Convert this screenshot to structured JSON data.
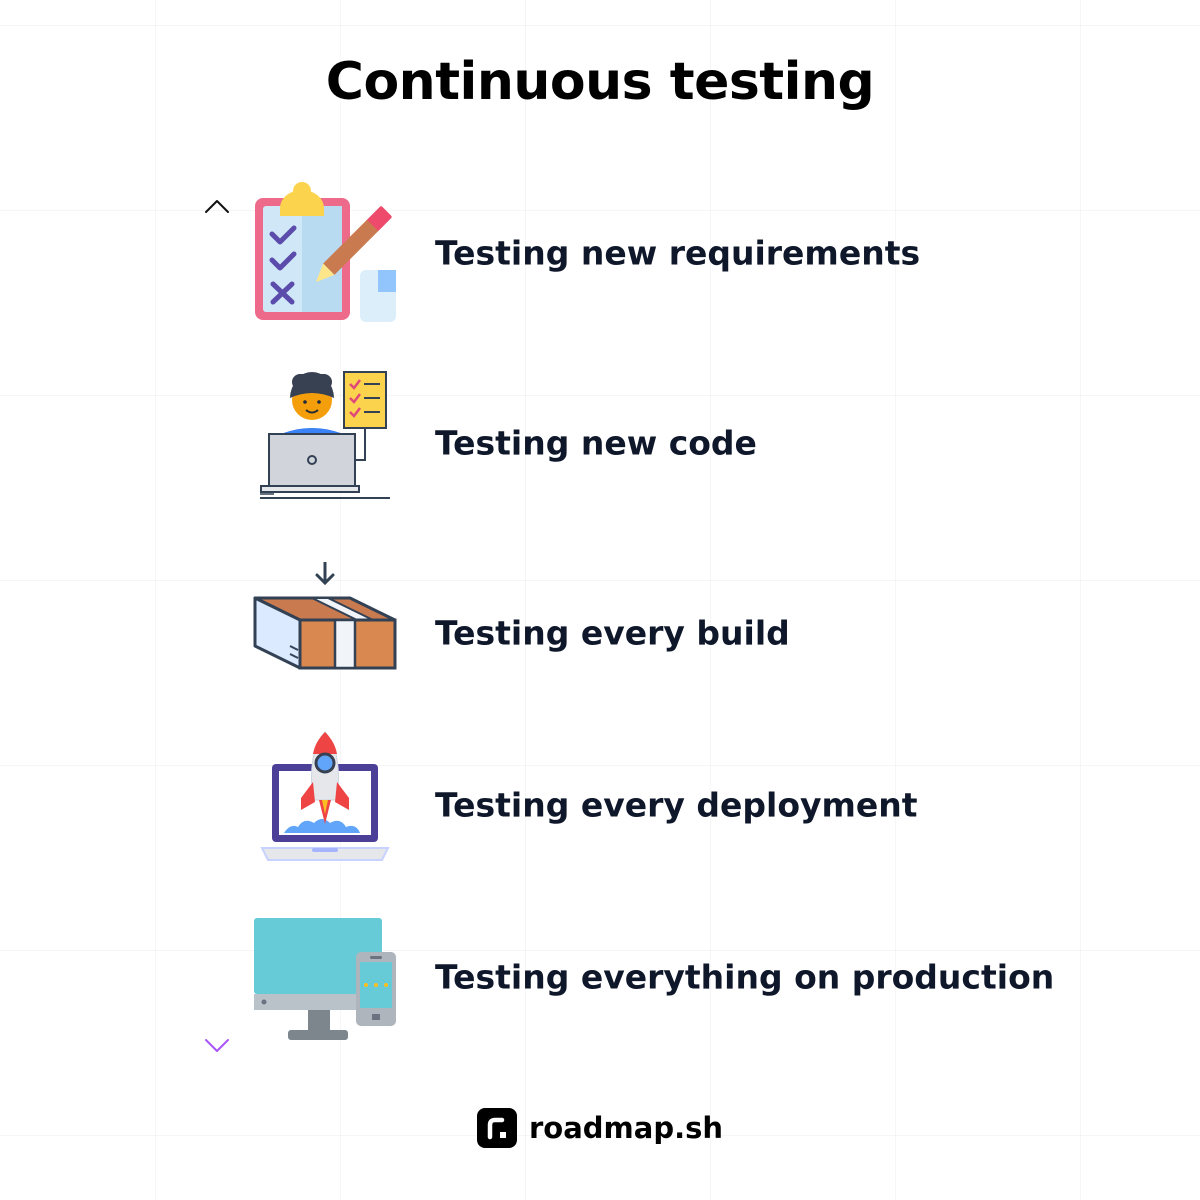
{
  "title": "Continuous testing",
  "colors": {
    "text": "#0f172a",
    "axis_top": "#111111",
    "axis_bottom": "#a855f7"
  },
  "steps": [
    {
      "label": "Testing new requirements",
      "icon": "clipboard-checklist-icon"
    },
    {
      "label": "Testing new code",
      "icon": "developer-laptop-icon"
    },
    {
      "label": "Testing every build",
      "icon": "package-box-icon"
    },
    {
      "label": "Testing every deployment",
      "icon": "rocket-laptop-icon"
    },
    {
      "label": "Testing everything on production",
      "icon": "desktop-mobile-icon"
    }
  ],
  "brand": {
    "name": "roadmap.sh",
    "icon": "roadmap-logo-icon"
  }
}
